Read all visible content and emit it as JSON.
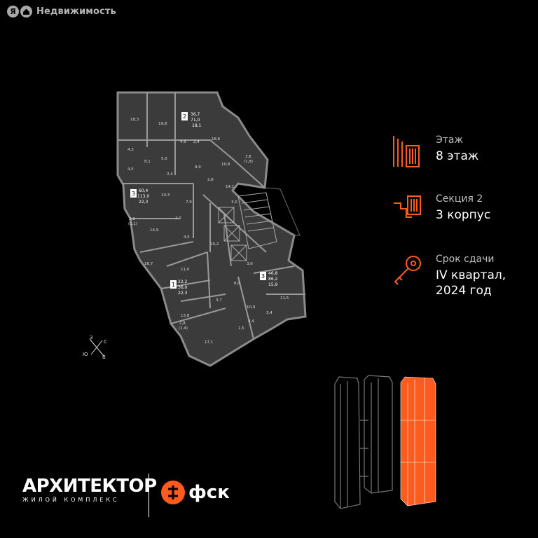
{
  "header": {
    "logo_letter": "Я",
    "brand": "Недвижимость"
  },
  "info": {
    "floor": {
      "label": "Этаж",
      "value": "8 этаж"
    },
    "section": {
      "label": "Секция 2",
      "value": "3 корпус"
    },
    "deadline": {
      "label": "Срок сдачи",
      "value_line1": "IV квартал,",
      "value_line2": "2024 год"
    }
  },
  "compass": {
    "n": "З",
    "e": "С",
    "w": "Ю",
    "s": "В"
  },
  "plan": {
    "apartments": [
      {
        "rooms": "2",
        "area": "36,7",
        "total": "71,0",
        "living": "18,1"
      },
      {
        "rooms": "3",
        "area": "60,4",
        "total": "113,0",
        "living": "22,3"
      },
      {
        "rooms": "1",
        "area": "22,2",
        "total": "36,0",
        "living": "22,3"
      },
      {
        "rooms": "3",
        "area": "46,8",
        "total": "86,2",
        "living": "15,9"
      }
    ],
    "room_labels": [
      "18,3",
      "19,8",
      "18,6",
      "4,3",
      "8,1",
      "5,0",
      "4,5",
      "2,4",
      "4,9",
      "2,4",
      "3,6",
      "(1,8)",
      "9,9",
      "10,8",
      "2,8",
      "14,1",
      "10,3",
      "7,9",
      "3,0",
      "2,2",
      "(1,1)",
      "14,9",
      "2,0",
      "10,2",
      "4,5",
      "16,7",
      "11,0",
      "3,0",
      "8,0",
      "11,5",
      "3,7",
      "10,9",
      "13,8",
      "2,8",
      "(1,4)",
      "4,4",
      "3,4",
      "17,1",
      "1,5"
    ]
  },
  "footer": {
    "arch_title": "АРХИТЕКТОР",
    "arch_subtitle": "ЖИЛОЙ КОМПЛЕКС",
    "fsk": "фск"
  },
  "colors": {
    "accent": "#ff5b1f",
    "plan_fill": "#3a3a3a",
    "wall": "#888888",
    "background": "#000000"
  }
}
